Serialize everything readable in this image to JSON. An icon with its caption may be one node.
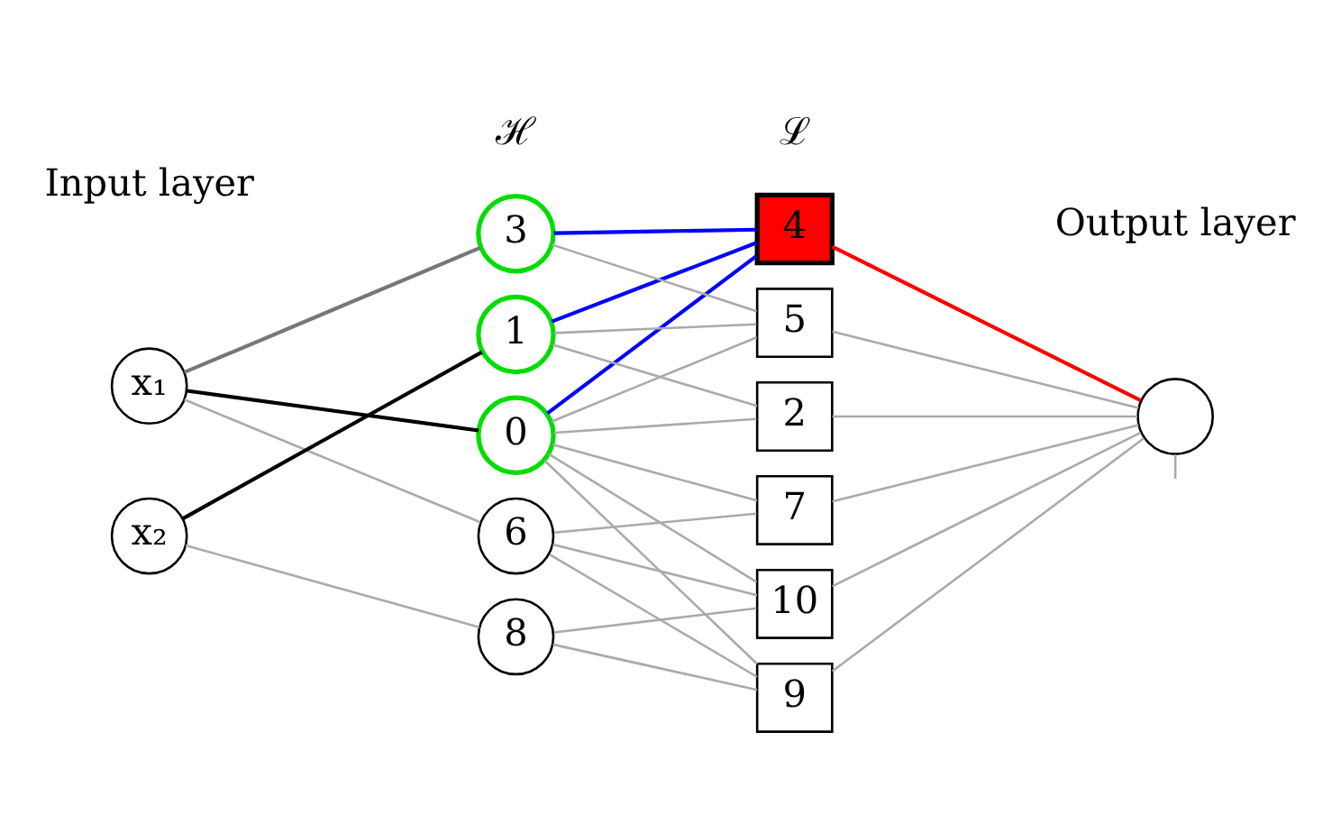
{
  "diagram": {
    "nodes": [
      {
        "text": [
          "x₁"
        ]
      },
      {
        "text": [
          "x₂"
        ]
      },
      {
        "text": [
          "0"
        ]
      },
      {
        "text": [
          "1"
        ]
      },
      {
        "text": [
          "3"
        ]
      },
      {
        "text": [
          "6"
        ]
      },
      {
        "text": [
          "8"
        ]
      },
      {
        "text": [
          "2"
        ]
      },
      {
        "text": [
          "4"
        ]
      },
      {
        "text": [
          "5"
        ]
      },
      {
        "text": [
          "7"
        ]
      },
      {
        "text": [
          "9"
        ]
      },
      {
        "text": [
          "10"
        ]
      },
      {
        "text": [],
        "shape": "circle"
      }
    ],
    "edges": [
      {
        "from": 0,
        "to": 2,
        "arrow": "none",
        "color": "#000000"
      },
      {
        "from": 0,
        "to": 4,
        "arrow": "none",
        "color": "#777777"
      },
      {
        "from": 0,
        "to": 5,
        "arrow": "none"
      },
      {
        "from": 1,
        "to": 3,
        "arrow": "none",
        "color": "#000000"
      },
      {
        "from": 1,
        "to": 6,
        "arrow": "none"
      },
      {
        "from": 2,
        "to": 7,
        "arrow": "none"
      },
      {
        "from": 2,
        "to": 8,
        "arrow": "none",
        "color": "#0000ff"
      },
      {
        "from": 2,
        "to": 9,
        "arrow": "none"
      },
      {
        "from": 2,
        "to": 10,
        "arrow": "none"
      },
      {
        "from": 2,
        "to": 11,
        "arrow": "none"
      },
      {
        "from": 2,
        "to": 12,
        "arrow": "none"
      },
      {
        "from": 3,
        "to": 7,
        "arrow": "none"
      },
      {
        "from": 3,
        "to": 8,
        "arrow": "none",
        "color": "#0000ff"
      },
      {
        "from": 3,
        "to": 9,
        "arrow": "none"
      },
      {
        "from": 4,
        "to": 8,
        "arrow": "none",
        "color": "#0000ff"
      },
      {
        "from": 4,
        "to": 9,
        "arrow": "none"
      },
      {
        "from": 5,
        "to": 10,
        "arrow": "none"
      },
      {
        "from": 5,
        "to": 11,
        "arrow": "none"
      },
      {
        "from": 5,
        "to": 12,
        "arrow": "none"
      },
      {
        "from": 6,
        "to": 11,
        "arrow": "none"
      },
      {
        "from": 6,
        "to": 12,
        "arrow": "none"
      },
      {
        "from": 7,
        "to": 13,
        "arrow": "none"
      },
      {
        "from": 8,
        "to": 13,
        "arrow": "none",
        "color": "#ff0000"
      },
      {
        "from": 9,
        "to": 13,
        "arrow": "none"
      },
      {
        "from": 10,
        "to": 13,
        "arrow": "none"
      },
      {
        "from": 11,
        "to": 13,
        "arrow": "none"
      },
      {
        "from": 12,
        "to": 13,
        "arrow": "none"
      },
      {
        "from": 13,
        "to": null,
        "arrow": "none"
      }
    ],
    "labels": [
      "Input layer",
      "ℋ",
      "ℒ",
      "Output layer"
    ]
  }
}
